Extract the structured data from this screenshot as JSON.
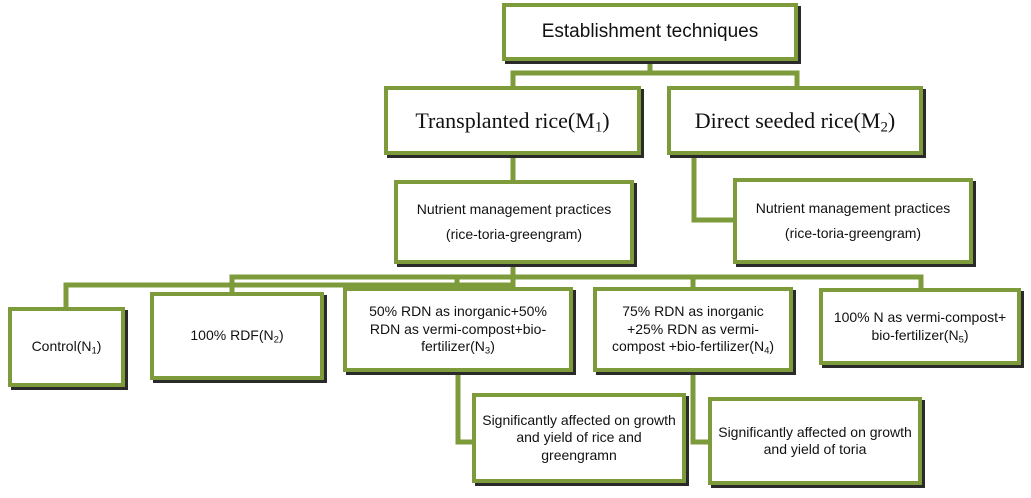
{
  "diagram": {
    "root": {
      "label": "Establishment techniques"
    },
    "methods": [
      {
        "label": "Transplanted rice",
        "code": "M",
        "sub": "1"
      },
      {
        "label": "Direct seeded rice",
        "code": "M",
        "sub": "2"
      }
    ],
    "nutrient_boxes": [
      {
        "line1": "Nutrient management practices",
        "line2": "(rice-toria-greengram)"
      },
      {
        "line1": "Nutrient management practices",
        "line2": "(rice-toria-greengram)"
      }
    ],
    "treatments": [
      {
        "line1": "Control(N",
        "sub": "1",
        "tail": ")"
      },
      {
        "line1": "100% RDF(N",
        "sub": "2",
        "tail": ")"
      },
      {
        "line1": "50% RDN as inorganic+50%",
        "line2": "RDN as vermi-compost+bio-",
        "line3": "fertilizer(N",
        "sub": "3",
        "tail": ")"
      },
      {
        "line1": "75% RDN as inorganic",
        "line2": "+25% RDN as vermi-",
        "line3": "compost +bio-fertilizer(N",
        "sub": "4",
        "tail": ")"
      },
      {
        "line1": "100% N as vermi-compost+",
        "line2": "bio-fertilizer(N",
        "sub": "5",
        "tail": ")"
      }
    ],
    "outcomes": [
      {
        "line1": "Significantly affected on growth",
        "line2": "and yield of rice and",
        "line3": "greengramn"
      },
      {
        "line1": "Significantly affected on growth",
        "line2": "and  yield of toria"
      }
    ],
    "colors": {
      "border": "#7e9b3c",
      "connector": "#7e9b3c",
      "shadow": "#2a2a2a"
    }
  }
}
